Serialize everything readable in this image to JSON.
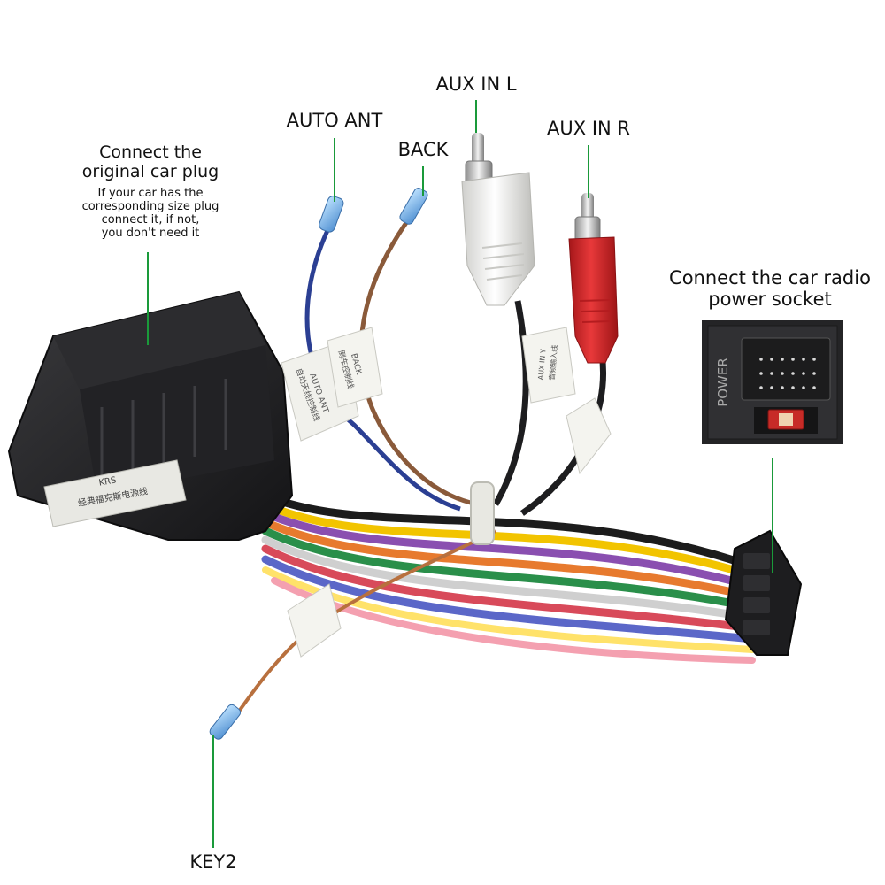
{
  "labels": {
    "plug_title_line1": "Connect the",
    "plug_title_line2": "original car plug",
    "plug_note_line1": "If your car has the",
    "plug_note_line2": "corresponding size plug",
    "plug_note_line3": "connect it, if not,",
    "plug_note_line4": "you don't need it",
    "auto_ant": "AUTO ANT",
    "back": "BACK",
    "aux_in_l": "AUX IN L",
    "aux_in_r": "AUX IN R",
    "power_title_line1": "Connect the car radio",
    "power_title_line2": "power socket",
    "key2": "KEY2"
  },
  "tags": {
    "plug_box_tag_line1": "KRS",
    "plug_box_tag_line2": "经典福克斯电源线",
    "power_panel_text": "POWER",
    "tag_back_line1": "BACK",
    "tag_back_line2": "倒车控制线",
    "tag_auto_ant_line1": "AUTO ANT",
    "tag_auto_ant_line2": "自动天线控制线",
    "tag_aux_line1": "AUX IN Y",
    "tag_aux_line2": "音频输入线"
  },
  "colors": {
    "pointer": "#1a9a3a",
    "connector": "#1d1d1f",
    "rca_white": "#ecebe8",
    "rca_red": "#d62628",
    "wire_blue": "#2b3f93",
    "wire_brown": "#8a5a3a",
    "key2_wire": "#b8703e"
  }
}
